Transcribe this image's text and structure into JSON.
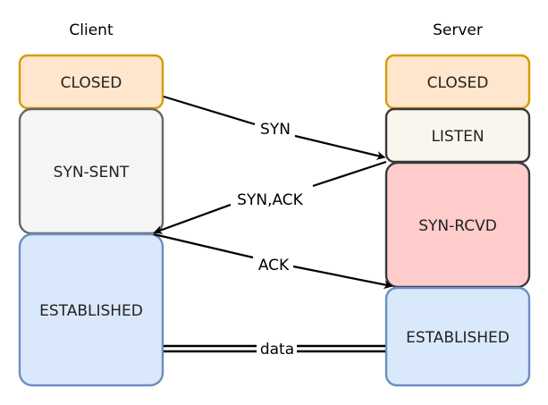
{
  "columns": {
    "client": "Client",
    "server": "Server"
  },
  "client_states": [
    {
      "key": "closed",
      "label": "CLOSED",
      "fill": "#ffe6cc",
      "stroke": "#d79b00"
    },
    {
      "key": "syn-sent",
      "label": "SYN-SENT",
      "fill": "#f5f5f5",
      "stroke": "#666666"
    },
    {
      "key": "established",
      "label": "ESTABLISHED",
      "fill": "#dae8fc",
      "stroke": "#6c8ebf"
    }
  ],
  "server_states": [
    {
      "key": "closed",
      "label": "CLOSED",
      "fill": "#ffe6cc",
      "stroke": "#d79b00"
    },
    {
      "key": "listen",
      "label": "LISTEN",
      "fill": "#f9f7ed",
      "stroke": "#36393d"
    },
    {
      "key": "syn-rcvd",
      "label": "SYN-RCVD",
      "fill": "#ffcccc",
      "stroke": "#36393d"
    },
    {
      "key": "established",
      "label": "ESTABLISHED",
      "fill": "#dae8fc",
      "stroke": "#6c8ebf"
    }
  ],
  "messages": [
    {
      "key": "syn",
      "label": "SYN",
      "direction": "client-to-server"
    },
    {
      "key": "syn-ack",
      "label": "SYN,ACK",
      "direction": "server-to-client"
    },
    {
      "key": "ack",
      "label": "ACK",
      "direction": "client-to-server"
    }
  ],
  "data_link": {
    "label": "data"
  }
}
